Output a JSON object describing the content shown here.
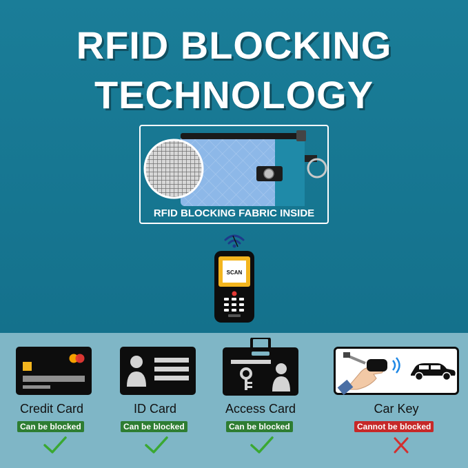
{
  "headline": {
    "line1": "RFID BLOCKING",
    "line2": "TECHNOLOGY"
  },
  "pouch": {
    "label": "RFID BLOCKING FABRIC INSIDE"
  },
  "scanner": {
    "screen_text": "SCAN"
  },
  "cards": [
    {
      "name": "Credit Card",
      "status": "Can be blocked",
      "icon": "check-icon"
    },
    {
      "name": "ID Card",
      "status": "Can be blocked",
      "icon": "check-icon"
    },
    {
      "name": "Access Card",
      "status": "Can be blocked",
      "icon": "check-icon"
    },
    {
      "name": "Car Key",
      "status": "Cannot be blocked",
      "icon": "cross-icon"
    }
  ],
  "colors": {
    "top_background": "#1a7d98",
    "bottom_background": "#7fb6c6",
    "blocked_badge": "#2e7d32",
    "not_blocked_badge": "#c62828",
    "check": "#3aa832",
    "cross": "#d32f2f"
  }
}
